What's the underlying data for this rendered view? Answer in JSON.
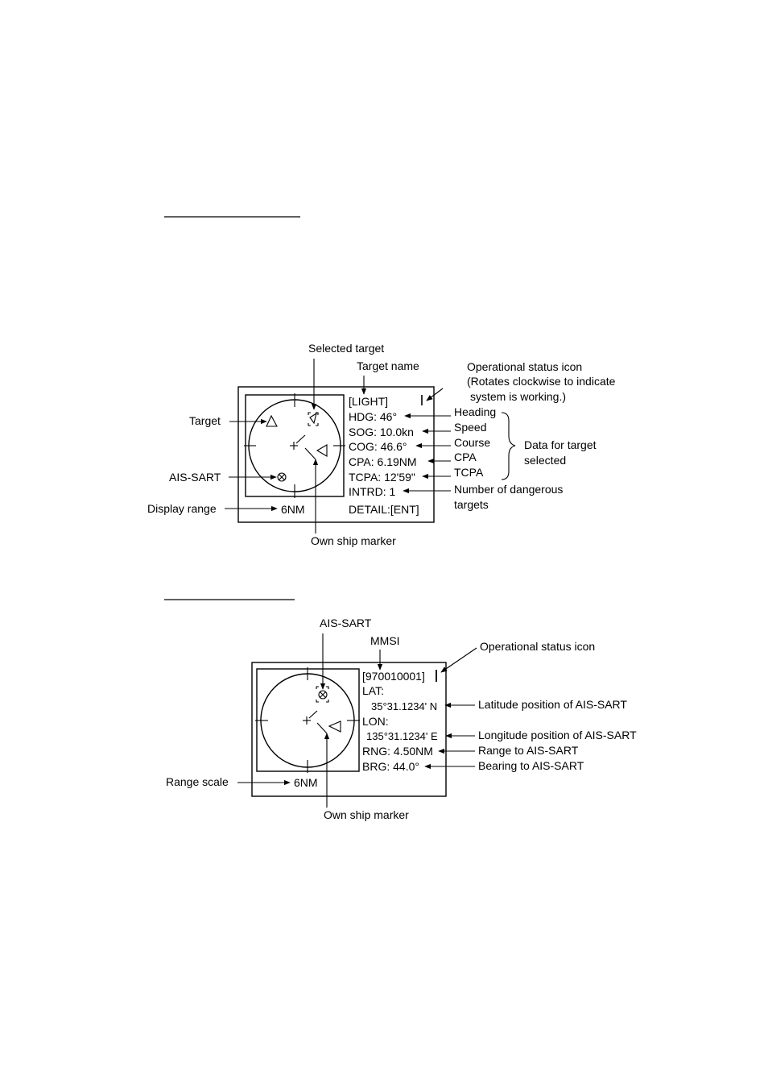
{
  "fig1": {
    "callouts": {
      "selected_target": "Selected target",
      "target_name": "Target name",
      "status_icon_1": "Operational status icon",
      "status_icon_2": "(Rotates clockwise to indicate",
      "status_icon_3": "system is working.)",
      "target": "Target",
      "ais_sart": "AIS-SART",
      "display_range": "Display range",
      "own_ship": "Own ship marker",
      "heading": "Heading",
      "speed": "Speed",
      "course": "Course",
      "cpa": "CPA",
      "tcpa": "TCPA",
      "data_for_target_1": "Data for target",
      "data_for_target_2": "selected",
      "dangerous_1": "Number of dangerous",
      "dangerous_2": "targets"
    },
    "screen": {
      "name": "[LIGHT]",
      "hdg": "HDG: 46°",
      "sog": "SOG: 10.0kn",
      "cog": "COG: 46.6°",
      "cpa": "CPA:  6.19NM",
      "tcpa": "TCPA: 12'59\"",
      "intrd": "INTRD: 1",
      "range": "6NM",
      "detail": "DETAIL:[ENT]"
    }
  },
  "fig2": {
    "callouts": {
      "ais_sart": "AIS-SART",
      "mmsi": "MMSI",
      "status_icon": "Operational status icon",
      "lat_pos": "Latitude position of AIS-SART",
      "lon_pos": "Longitude position of AIS-SART",
      "range_to": "Range to AIS-SART",
      "bearing_to": "Bearing to AIS-SART",
      "range_scale": "Range scale",
      "own_ship": "Own ship marker"
    },
    "screen": {
      "mmsi": "[970010001]",
      "lat_label": "LAT:",
      "lat_value": "35°31.1234' N",
      "lon_label": "LON:",
      "lon_value": "135°31.1234' E",
      "rng": "RNG:  4.50NM",
      "brg": "BRG: 44.0°",
      "range": "6NM"
    }
  },
  "icons": {
    "target": "triangle-icon",
    "ais_sart": "circle-cross-icon",
    "own_ship": "plus-icon",
    "status": "vertical-bar-icon"
  }
}
